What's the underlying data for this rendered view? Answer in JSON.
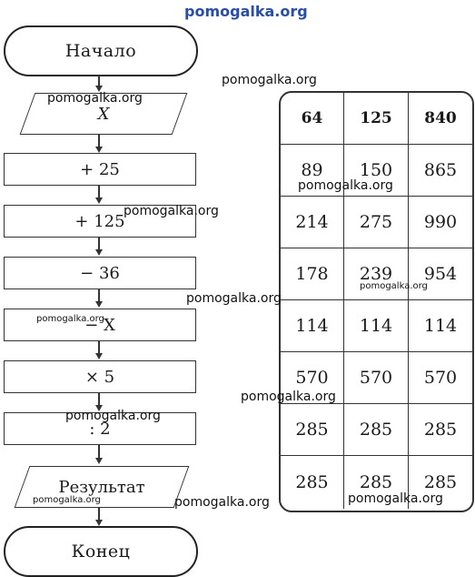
{
  "watermark": {
    "site": "pomogalka.org"
  },
  "flowchart": {
    "start": "Начало",
    "input": "X",
    "steps": [
      "+ 25",
      "+ 125",
      "− 36",
      "− X",
      "× 5",
      ": 2"
    ],
    "output": "Результат",
    "end": "Конец"
  },
  "table": {
    "headers": [
      "64",
      "125",
      "840"
    ],
    "rows": [
      [
        "89",
        "150",
        "865"
      ],
      [
        "214",
        "275",
        "990"
      ],
      [
        "178",
        "239",
        "954"
      ],
      [
        "114",
        "114",
        "114"
      ],
      [
        "570",
        "570",
        "570"
      ],
      [
        "285",
        "285",
        "285"
      ],
      [
        "285",
        "285",
        "285"
      ]
    ]
  }
}
